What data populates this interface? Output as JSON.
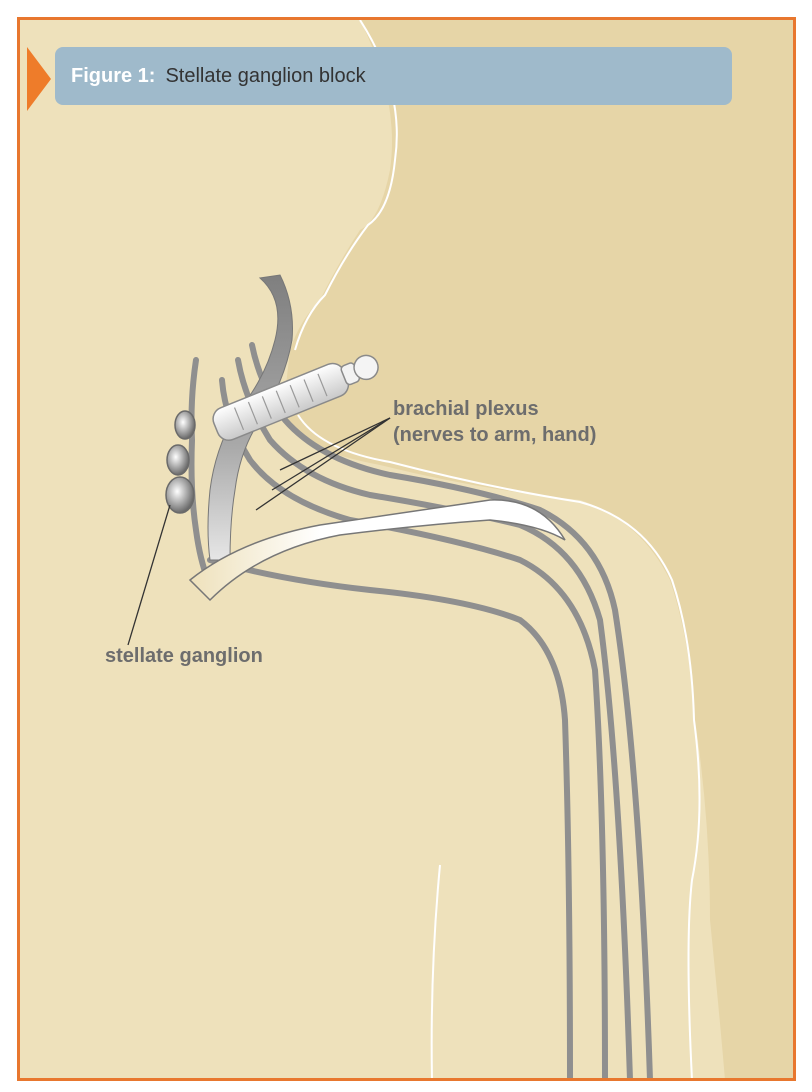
{
  "figure": {
    "label": "Figure 1:",
    "title": "Stellate ganglion block"
  },
  "labels": {
    "brachial_line1": "brachial plexus",
    "brachial_line2": "(nerves to arm, hand)",
    "stellate": "stellate ganglion"
  },
  "colors": {
    "frame": "#e8772e",
    "marker": "#ee7c2a",
    "background_light": "#eee1bb",
    "background_dark": "#e6d5a7",
    "title_bar": "#9fbacb",
    "nerve": "#8f8f8f",
    "label_text": "#6d6d6d"
  }
}
